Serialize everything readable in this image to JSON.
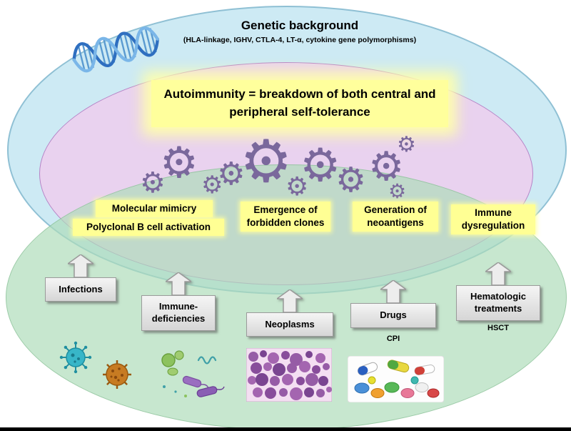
{
  "genetic": {
    "title": "Genetic background",
    "subtitle": "(HLA-linkage, IGHV, CTLA-4, LT-α, cytokine gene polymorphisms)"
  },
  "central": {
    "autoimmunity_statement": "Autoimmunity = breakdown of both central and peripheral self-tolerance"
  },
  "mechanisms": [
    {
      "label": "Molecular mimicry"
    },
    {
      "label": "Polyclonal B cell activation"
    },
    {
      "label": "Emergence of forbidden clones"
    },
    {
      "label": "Generation of neoantigens"
    },
    {
      "label": "Immune dysregulation"
    }
  ],
  "causes": [
    {
      "label": "Infections",
      "sub": ""
    },
    {
      "label": "Immune-deficiencies",
      "sub": ""
    },
    {
      "label": "Neoplasms",
      "sub": ""
    },
    {
      "label": "Drugs",
      "sub": "CPI"
    },
    {
      "label": "Hematologic treatments",
      "sub": "HSCT"
    }
  ],
  "icons": {
    "gear": "⚙"
  },
  "colors": {
    "genetic_ellipse": "#cdeaf4",
    "autoimmunity_ellipse": "#eccfee",
    "causes_ellipse": "#addbb8",
    "highlight_yellow": "#ffff94",
    "gear_purple": "#7a689c"
  }
}
